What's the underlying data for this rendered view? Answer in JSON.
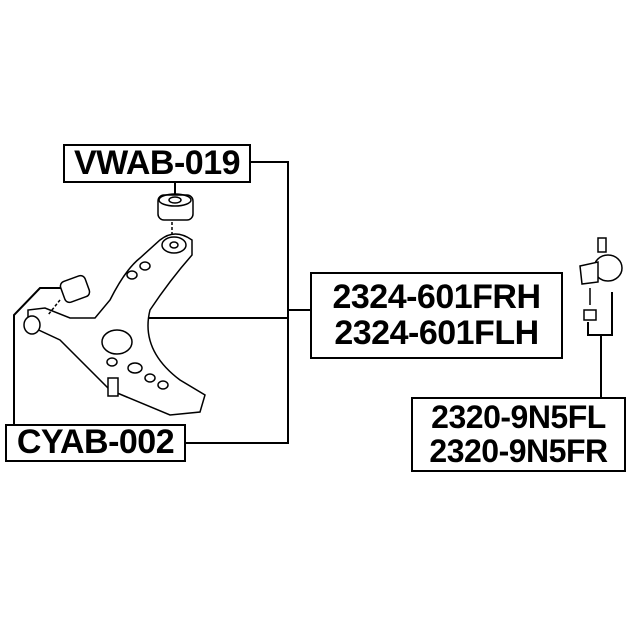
{
  "parts": {
    "bushing_rear": "VWAB-019",
    "bushing_front": "CYAB-002",
    "control_arm": [
      "2324-601FRH",
      "2324-601FLH"
    ],
    "ball_joint": [
      "2320-9N5FL",
      "2320-9N5FR"
    ]
  }
}
